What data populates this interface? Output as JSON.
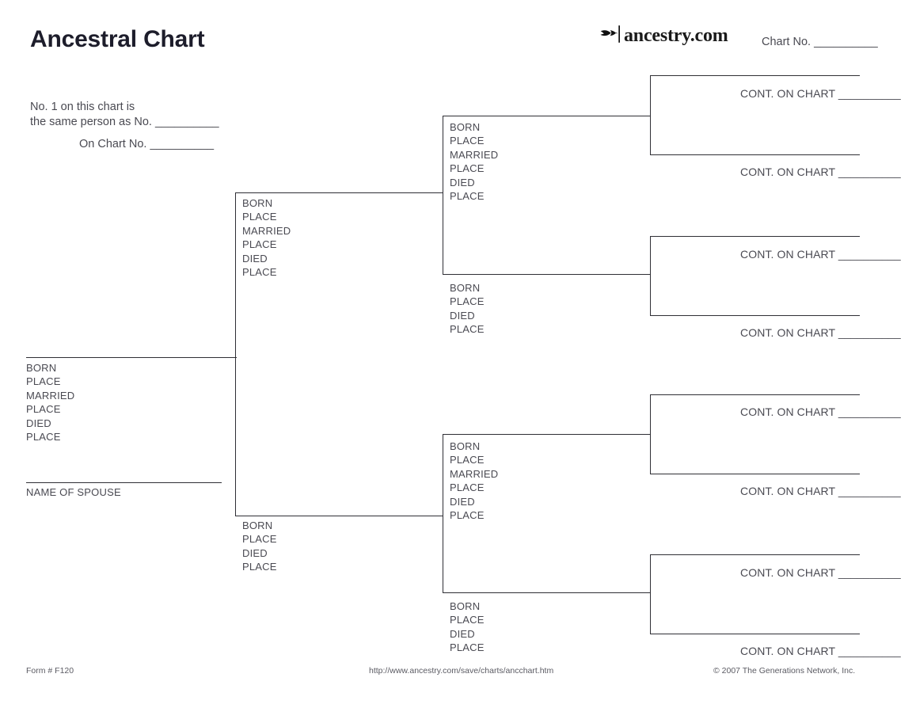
{
  "header": {
    "title": "Ancestral Chart",
    "brand_name": "ancestry.com",
    "brand_logo_icon": "ancestry-leaf-icon",
    "chart_no_label": "Chart No. __________"
  },
  "notes": {
    "same_person_line1": "No. 1 on this chart is",
    "same_person_line2": "the same person as No. __________",
    "on_chart_line": "On Chart No. __________"
  },
  "labels": {
    "born": "BORN",
    "place": "PLACE",
    "married": "MARRIED",
    "died": "DIED",
    "name_of_spouse": "NAME OF SPOUSE",
    "cont_on_chart": "CONT. ON CHART __________"
  },
  "person_fields": {
    "with_marriage": [
      "BORN",
      "PLACE",
      "MARRIED",
      "PLACE",
      "DIED",
      "PLACE"
    ],
    "without_marriage": [
      "BORN",
      "PLACE",
      "DIED",
      "PLACE"
    ]
  },
  "generation1": {
    "fields": [
      "BORN",
      "PLACE",
      "MARRIED",
      "PLACE",
      "DIED",
      "PLACE"
    ],
    "spouse_caption": "NAME OF SPOUSE"
  },
  "generation2": [
    {
      "position": "father",
      "fields": [
        "BORN",
        "PLACE",
        "MARRIED",
        "PLACE",
        "DIED",
        "PLACE"
      ]
    },
    {
      "position": "mother",
      "fields": [
        "BORN",
        "PLACE",
        "DIED",
        "PLACE"
      ]
    }
  ],
  "generation3": [
    {
      "position": "father",
      "fields": [
        "BORN",
        "PLACE",
        "MARRIED",
        "PLACE",
        "DIED",
        "PLACE"
      ]
    },
    {
      "position": "mother",
      "fields": [
        "BORN",
        "PLACE",
        "DIED",
        "PLACE"
      ]
    },
    {
      "position": "father",
      "fields": [
        "BORN",
        "PLACE",
        "MARRIED",
        "PLACE",
        "DIED",
        "PLACE"
      ]
    },
    {
      "position": "mother",
      "fields": [
        "BORN",
        "PLACE",
        "DIED",
        "PLACE"
      ]
    }
  ],
  "generation4": [
    {
      "caption": "CONT. ON CHART __________"
    },
    {
      "caption": "CONT. ON CHART __________"
    },
    {
      "caption": "CONT. ON CHART __________"
    },
    {
      "caption": "CONT. ON CHART __________"
    },
    {
      "caption": "CONT. ON CHART __________"
    },
    {
      "caption": "CONT. ON CHART __________"
    },
    {
      "caption": "CONT. ON CHART __________"
    },
    {
      "caption": "CONT. ON CHART __________"
    }
  ],
  "footer": {
    "form_number": "Form # F120",
    "url": "http://www.ancestry.com/save/charts/ancchart.htm",
    "copyright": "© 2007 The Generations Network, Inc."
  },
  "colors": {
    "text": "#4a4a52",
    "title": "#1d1d2b",
    "rule": "#2f2f35",
    "footer_text": "#5b5b63",
    "background": "#ffffff"
  }
}
